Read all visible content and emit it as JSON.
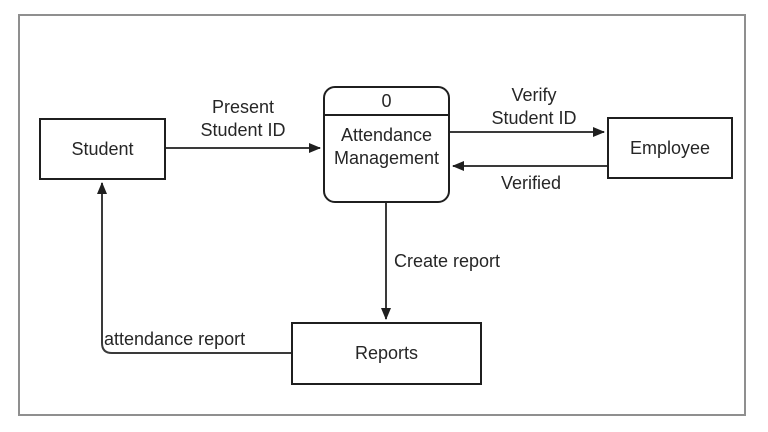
{
  "colors": {
    "background": "#ffffff",
    "frame_stroke": "#8f8f8f",
    "shape_stroke": "#1f1f1f",
    "shape_fill": "#ffffff",
    "connector_stroke": "#3a3a3a",
    "text": "#262626"
  },
  "diagram": {
    "process": {
      "number": "0",
      "name": "Attendance\nManagement"
    },
    "entities": {
      "student": "Student",
      "employee": "Employee",
      "reports": "Reports"
    },
    "flows": {
      "present_student_id": "Present\nStudent ID",
      "verify_student_id": "Verify\nStudent ID",
      "verified": "Verified",
      "create_report": "Create report",
      "attendance_report": "attendance report"
    }
  }
}
